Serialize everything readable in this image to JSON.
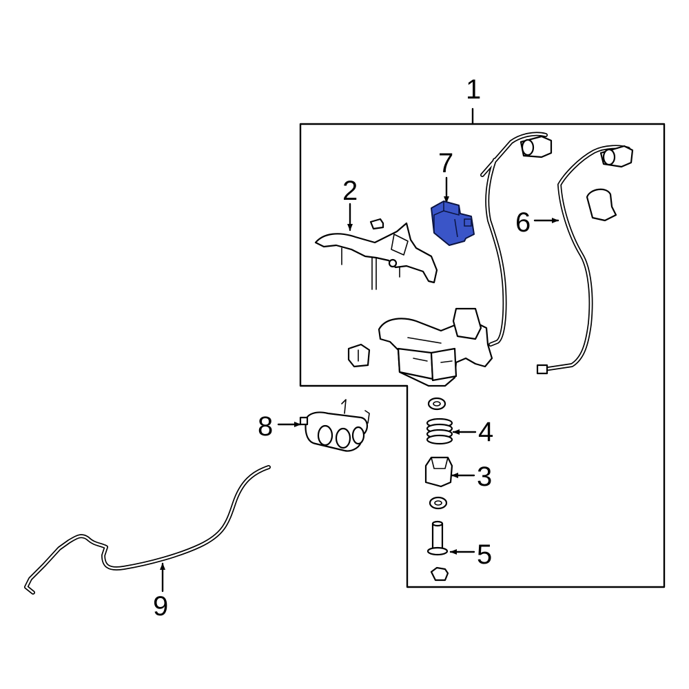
{
  "diagram": {
    "highlight_color": "#3a55c8",
    "line_color": "#000000",
    "callouts": {
      "c1": "1",
      "c2": "2",
      "c3": "3",
      "c4": "4",
      "c5": "5",
      "c6": "6",
      "c7": "7",
      "c8": "8",
      "c9": "9"
    }
  }
}
